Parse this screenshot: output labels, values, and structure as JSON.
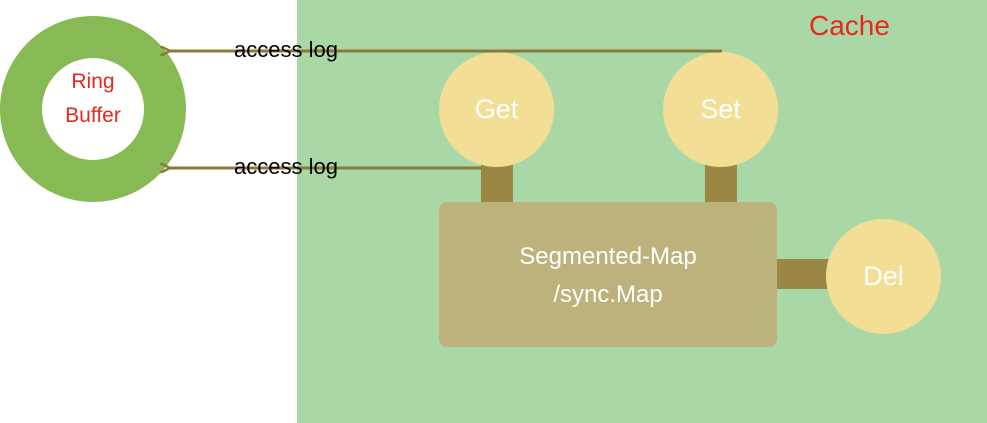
{
  "diagram": {
    "cache_label": "Cache",
    "ring_buffer": {
      "line1": "Ring",
      "line2": "Buffer"
    },
    "operations": {
      "get": "Get",
      "set": "Set",
      "del": "Del"
    },
    "map": {
      "line1": "Segmented-Map",
      "line2": "/sync.Map"
    },
    "edges": {
      "top_label": "access log",
      "bottom_label": "access log"
    },
    "colors": {
      "cache_bg": "#a9d8a6",
      "ring": "#87b955",
      "node": "#f2de95",
      "map": "#beb27c",
      "stem": "#9a8744",
      "arrow": "#8a7a3a",
      "accent_red": "#e8281f"
    }
  }
}
